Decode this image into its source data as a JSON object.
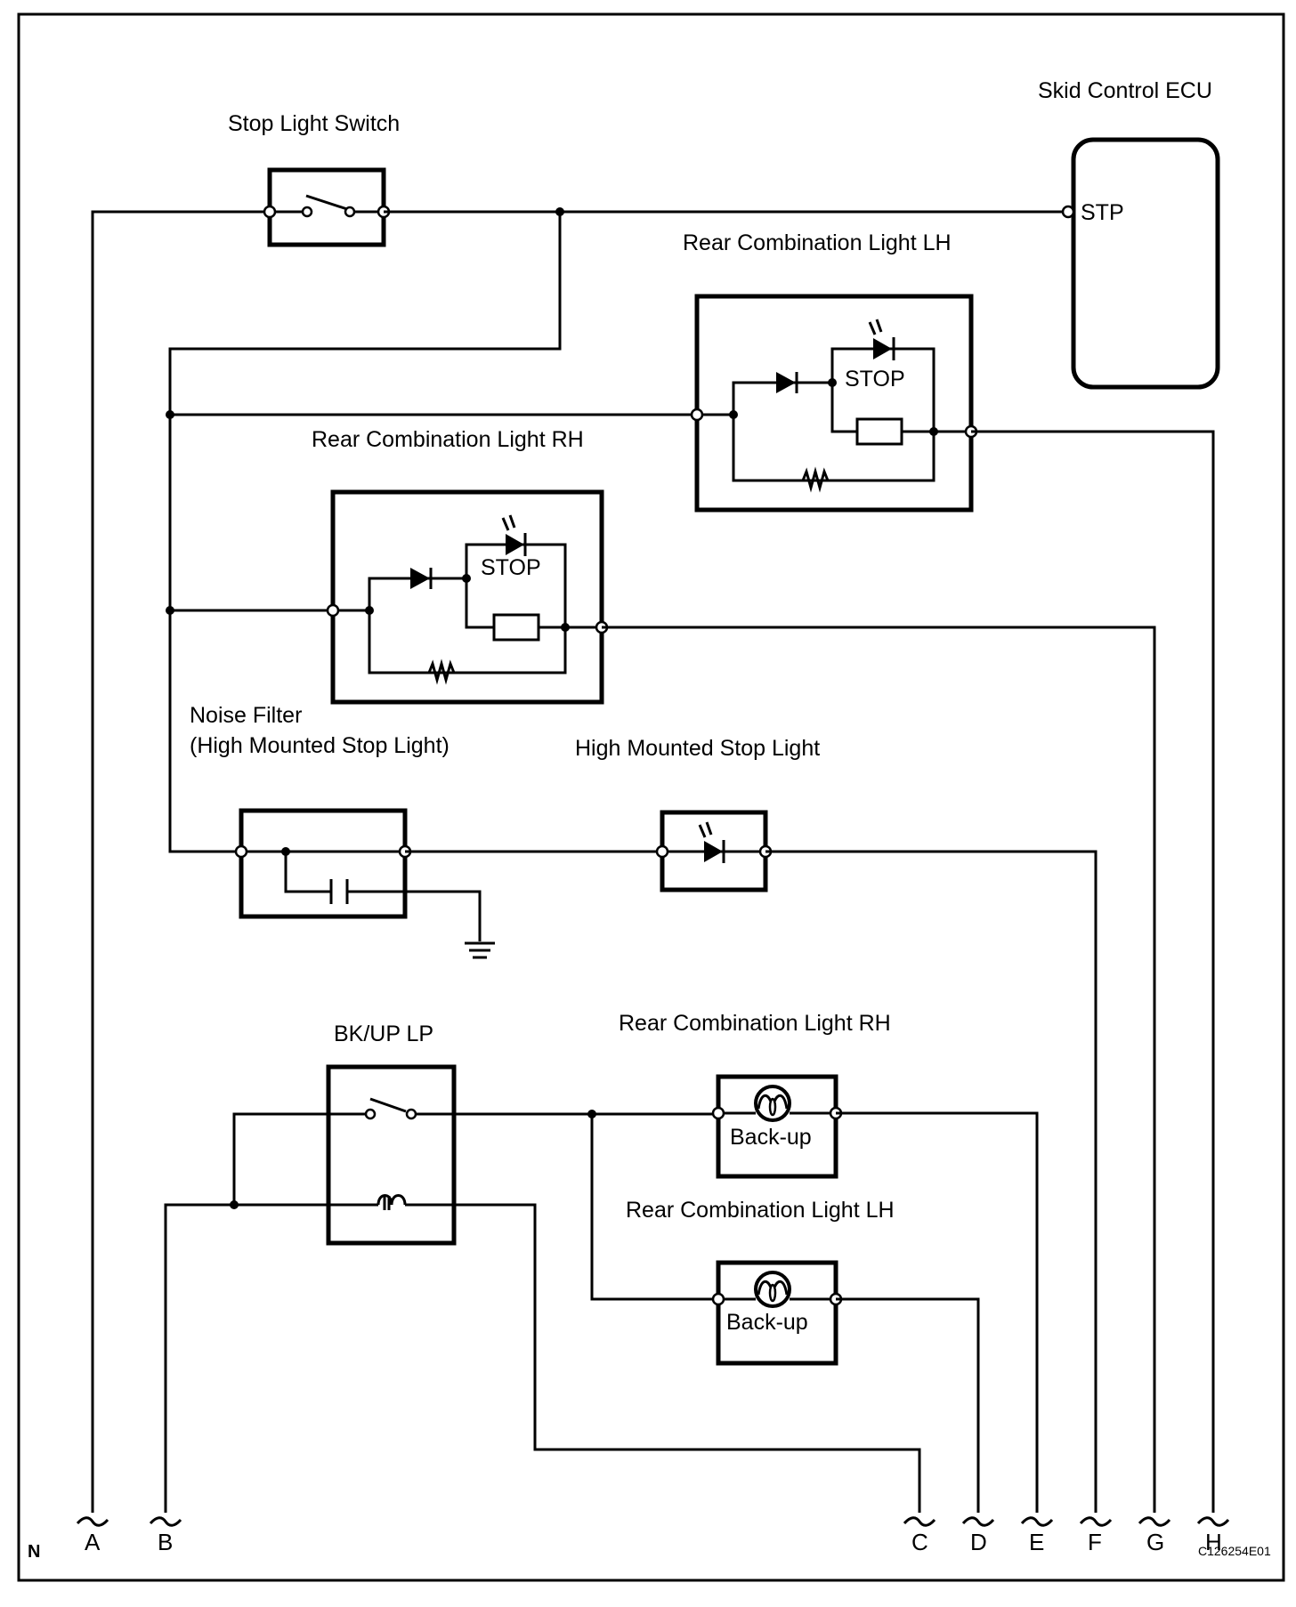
{
  "diagram": {
    "type": "wiring-diagram",
    "figure_code": "C126254E01",
    "corner_label": "N",
    "components": {
      "stop_light_switch": {
        "label": "Stop Light Switch"
      },
      "skid_control_ecu": {
        "label": "Skid Control ECU",
        "pin": "STP"
      },
      "rear_comb_lh_stop": {
        "label": "Rear Combination Light LH",
        "inner": "STOP"
      },
      "rear_comb_rh_stop": {
        "label": "Rear Combination Light RH",
        "inner": "STOP"
      },
      "noise_filter": {
        "label_line1": "Noise Filter",
        "label_line2": "(High Mounted Stop Light)"
      },
      "hmsl": {
        "label": "High Mounted Stop Light"
      },
      "bkup_relay": {
        "label": "BK/UP LP"
      },
      "rear_comb_rh_backup": {
        "label": "Rear Combination Light RH",
        "inner": "Back-up"
      },
      "rear_comb_lh_backup": {
        "label": "Rear Combination Light LH",
        "inner": "Back-up"
      }
    },
    "terminals": [
      "A",
      "B",
      "C",
      "D",
      "E",
      "F",
      "G",
      "H"
    ],
    "connections": [
      {
        "from": "A",
        "to": "Stop Light Switch"
      },
      {
        "from": "Stop Light Switch",
        "to": "Skid Control ECU STP"
      },
      {
        "from": "Stop Light Switch",
        "to": "Rear Combination Light LH (STOP)"
      },
      {
        "from": "Stop Light Switch",
        "to": "Rear Combination Light RH (STOP)"
      },
      {
        "from": "Stop Light Switch",
        "to": "Noise Filter"
      },
      {
        "from": "Noise Filter",
        "to": "High Mounted Stop Light"
      },
      {
        "from": "High Mounted Stop Light",
        "to": "F"
      },
      {
        "from": "Rear Combination Light RH (STOP)",
        "to": "G"
      },
      {
        "from": "Rear Combination Light LH (STOP)",
        "to": "H"
      },
      {
        "from": "B",
        "to": "BK/UP LP"
      },
      {
        "from": "BK/UP LP coil",
        "to": "C"
      },
      {
        "from": "BK/UP LP switch",
        "to": "Rear Combination Light RH (Back-up)"
      },
      {
        "from": "BK/UP LP switch",
        "to": "Rear Combination Light LH (Back-up)"
      },
      {
        "from": "Rear Combination Light RH (Back-up)",
        "to": "E"
      },
      {
        "from": "Rear Combination Light LH (Back-up)",
        "to": "D"
      }
    ]
  }
}
